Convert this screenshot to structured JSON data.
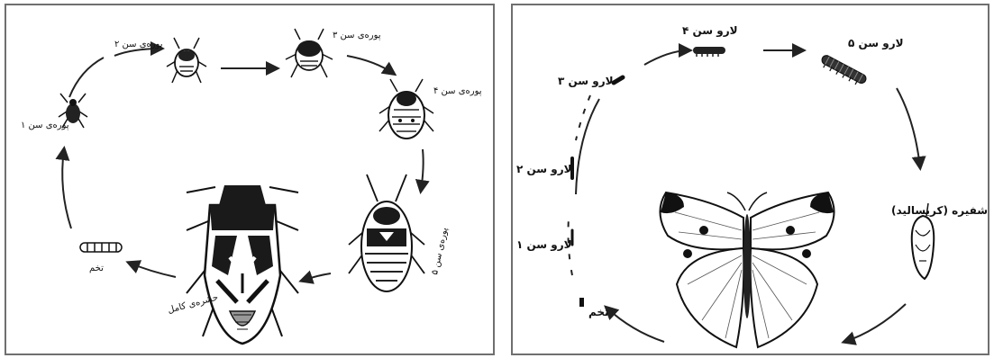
{
  "left_diagram": {
    "labels": {
      "nymph_1": "پوره‌ی سن ۱",
      "nymph_2": "پوره‌ی سن ۲",
      "nymph_3": "پوره‌ی سن ۳",
      "nymph_4": "پوره‌ی سن ۴",
      "nymph_5": "پوره‌ی سن ۵",
      "adult": "حشره‌ی کامل",
      "egg": "تخم"
    }
  },
  "right_diagram": {
    "labels": {
      "larva_1": "لارو سن ۱",
      "larva_2": "لارو سن ۲",
      "larva_3": "لارو سن ۳",
      "larva_4": "لارو سن ۴",
      "larva_5": "لارو سن ۵",
      "pupa": "شفیره (کریسالید)",
      "egg": "تخم"
    }
  }
}
